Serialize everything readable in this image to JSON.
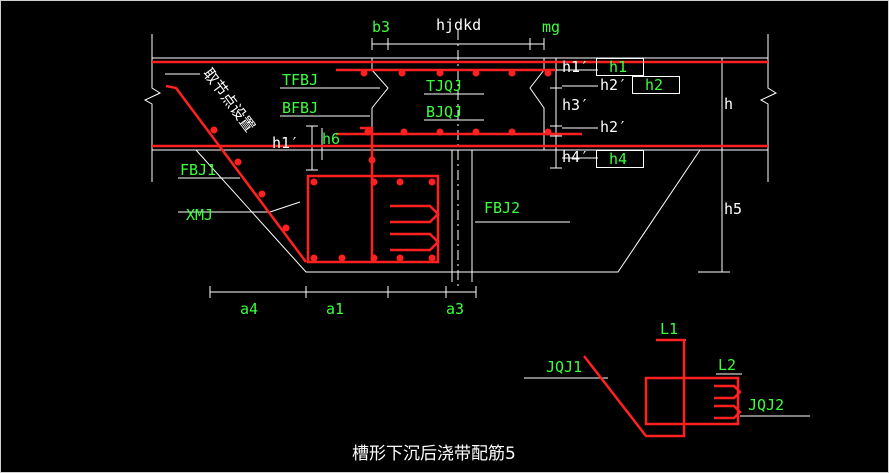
{
  "title": "槽形下沉后浇带配筋5",
  "section_note": "取节点设置",
  "labels": {
    "b3": "b3",
    "hjdkd": "hjdkd",
    "mg": "mg",
    "TFBJ": "TFBJ",
    "BFBJ": "BFBJ",
    "TJQJ": "TJQJ",
    "BJQJ": "BJQJ",
    "h6": "h6",
    "h1p_left": "h1′",
    "FBJ1": "FBJ1",
    "XMJ": "XMJ",
    "FBJ2": "FBJ2",
    "h1p": "h1′",
    "h2p_top": "h2′",
    "h3p": "h3′",
    "h2p_bot": "h2′",
    "h4p": "h4′",
    "h": "h",
    "h5": "h5",
    "a4": "a4",
    "a1": "a1",
    "a3": "a3",
    "JQJ1": "JQJ1",
    "L1": "L1",
    "L2": "L2",
    "JQJ2": "JQJ2"
  },
  "boxes": {
    "h1": "h1",
    "h2": "h2",
    "h4": "h4"
  },
  "colors": {
    "background": "#000000",
    "line": "#ffffff",
    "rebar": "#ff2020",
    "label": "#3cff3c"
  }
}
